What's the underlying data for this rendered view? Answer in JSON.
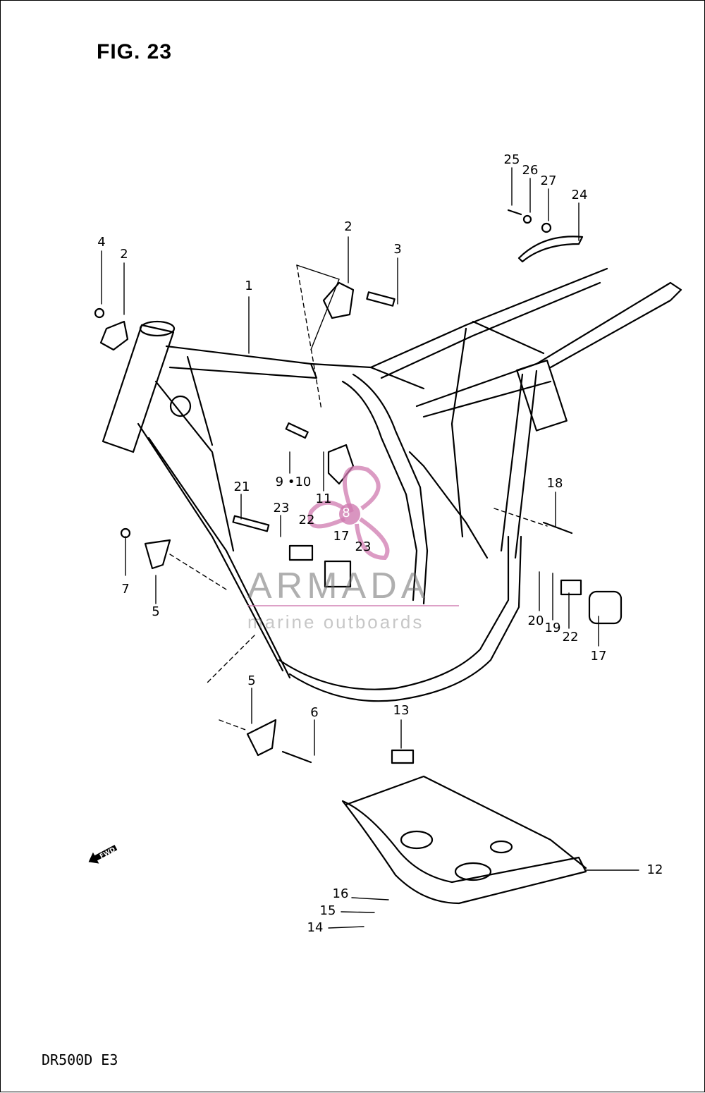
{
  "figure": {
    "title": "FIG. 23",
    "model": "DR500D E3"
  },
  "callouts": [
    {
      "id": "c1",
      "text": "1"
    },
    {
      "id": "c2a",
      "text": "2"
    },
    {
      "id": "c2b",
      "text": "2"
    },
    {
      "id": "c3",
      "text": "3"
    },
    {
      "id": "c4",
      "text": "4"
    },
    {
      "id": "c5a",
      "text": "5"
    },
    {
      "id": "c5b",
      "text": "5"
    },
    {
      "id": "c6",
      "text": "6"
    },
    {
      "id": "c7",
      "text": "7"
    },
    {
      "id": "c8",
      "text": "8"
    },
    {
      "id": "c9",
      "text": "9 •10"
    },
    {
      "id": "c11",
      "text": "11"
    },
    {
      "id": "c12",
      "text": "12"
    },
    {
      "id": "c13",
      "text": "13"
    },
    {
      "id": "c14",
      "text": "14"
    },
    {
      "id": "c15",
      "text": "15"
    },
    {
      "id": "c16",
      "text": "16"
    },
    {
      "id": "c17a",
      "text": "17"
    },
    {
      "id": "c17b",
      "text": "17"
    },
    {
      "id": "c18",
      "text": "18"
    },
    {
      "id": "c19",
      "text": "19"
    },
    {
      "id": "c20",
      "text": "20"
    },
    {
      "id": "c21",
      "text": "21"
    },
    {
      "id": "c22a",
      "text": "22"
    },
    {
      "id": "c22b",
      "text": "22"
    },
    {
      "id": "c23a",
      "text": "23"
    },
    {
      "id": "c23b",
      "text": "23"
    },
    {
      "id": "c24",
      "text": "24"
    },
    {
      "id": "c25",
      "text": "25"
    },
    {
      "id": "c26",
      "text": "26"
    },
    {
      "id": "c27",
      "text": "27"
    }
  ],
  "watermark": {
    "brand": "ARMADA",
    "tagline": "marine outboards",
    "color": "#d07ab0"
  },
  "direction_arrow": {
    "label": "FWD"
  }
}
